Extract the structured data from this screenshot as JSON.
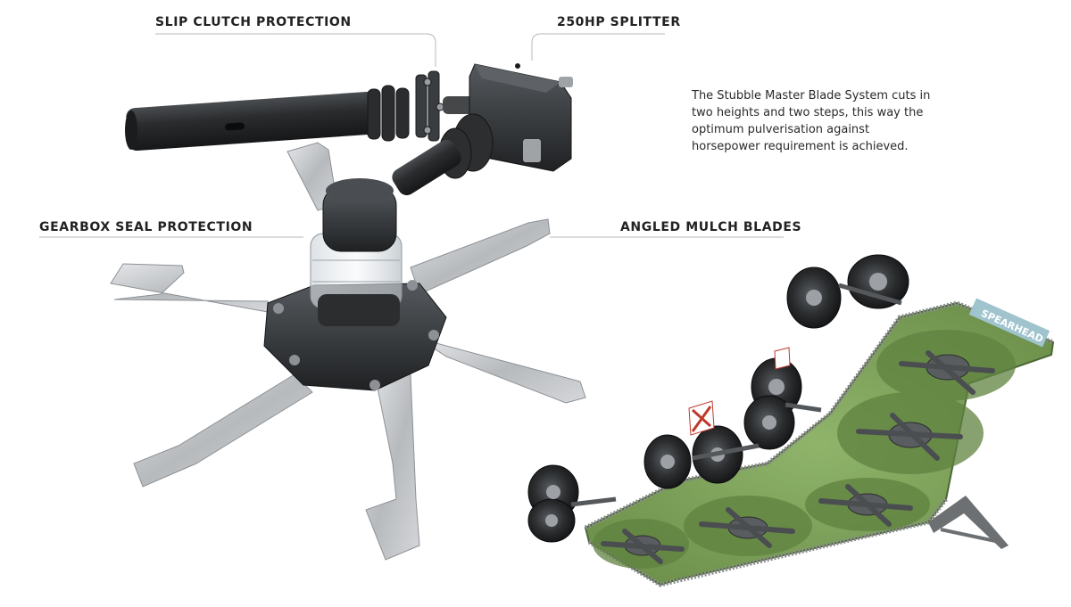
{
  "callouts": {
    "slip_clutch": "SLIP CLUTCH PROTECTION",
    "splitter": "250HP SPLITTER",
    "gearbox_seal": "GEARBOX SEAL PROTECTION",
    "mulch_blades": "ANGLED MULCH BLADES"
  },
  "description": "The Stubble Master Blade System cuts in two heights and two steps, this way the optimum pulverisation against horsepower requirement is achieved.",
  "mower": {
    "brand_decal": "SPEARHEAD"
  },
  "colors": {
    "deck_green": "#7fa05c",
    "steel_dark": "#2f3133",
    "blade_steel": "#c9cbce",
    "leader_line": "#b9b9b9"
  }
}
